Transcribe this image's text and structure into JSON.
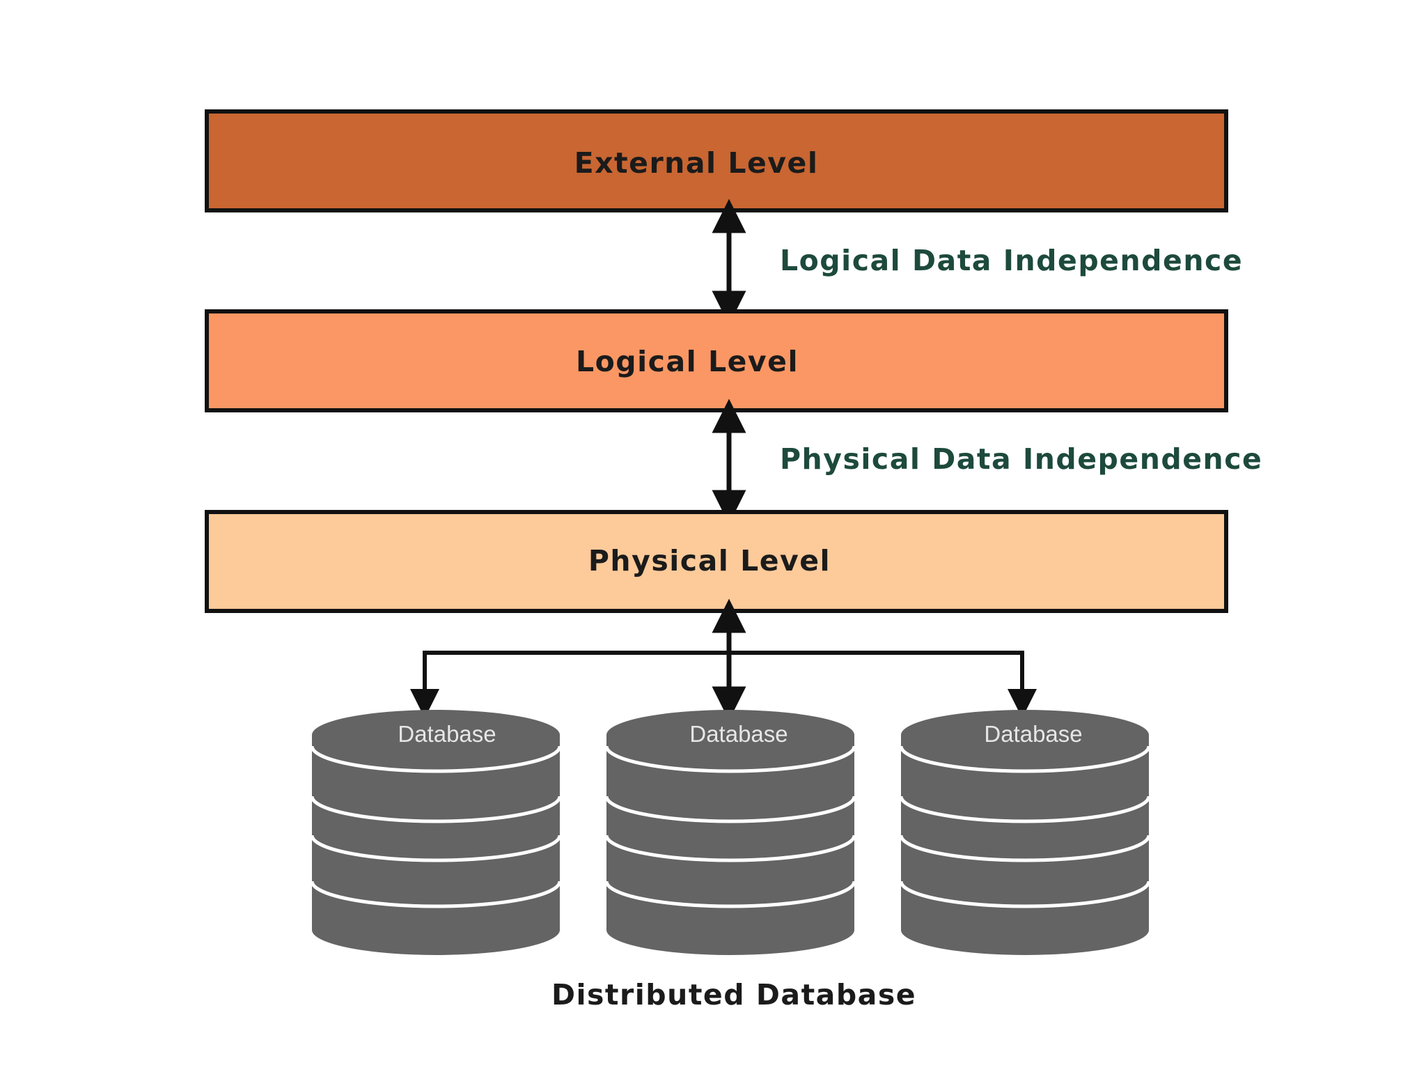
{
  "levels": {
    "external": {
      "label": "External Level",
      "color": "#c96632"
    },
    "logical": {
      "label": "Logical Level",
      "color": "#fb9764"
    },
    "physical": {
      "label": "Physical Level",
      "color": "#fdca9a"
    }
  },
  "independence": {
    "logical": "Logical Data Independence",
    "physical": "Physical Data Independence"
  },
  "databases": [
    {
      "label": "Database"
    },
    {
      "label": "Database"
    },
    {
      "label": "Database"
    }
  ],
  "caption": "Distributed Database",
  "colors": {
    "border": "#111111",
    "arrow": "#111111",
    "independence_text": "#1d4a3c",
    "database_fill": "#646464",
    "database_ring": "#ffffff"
  }
}
